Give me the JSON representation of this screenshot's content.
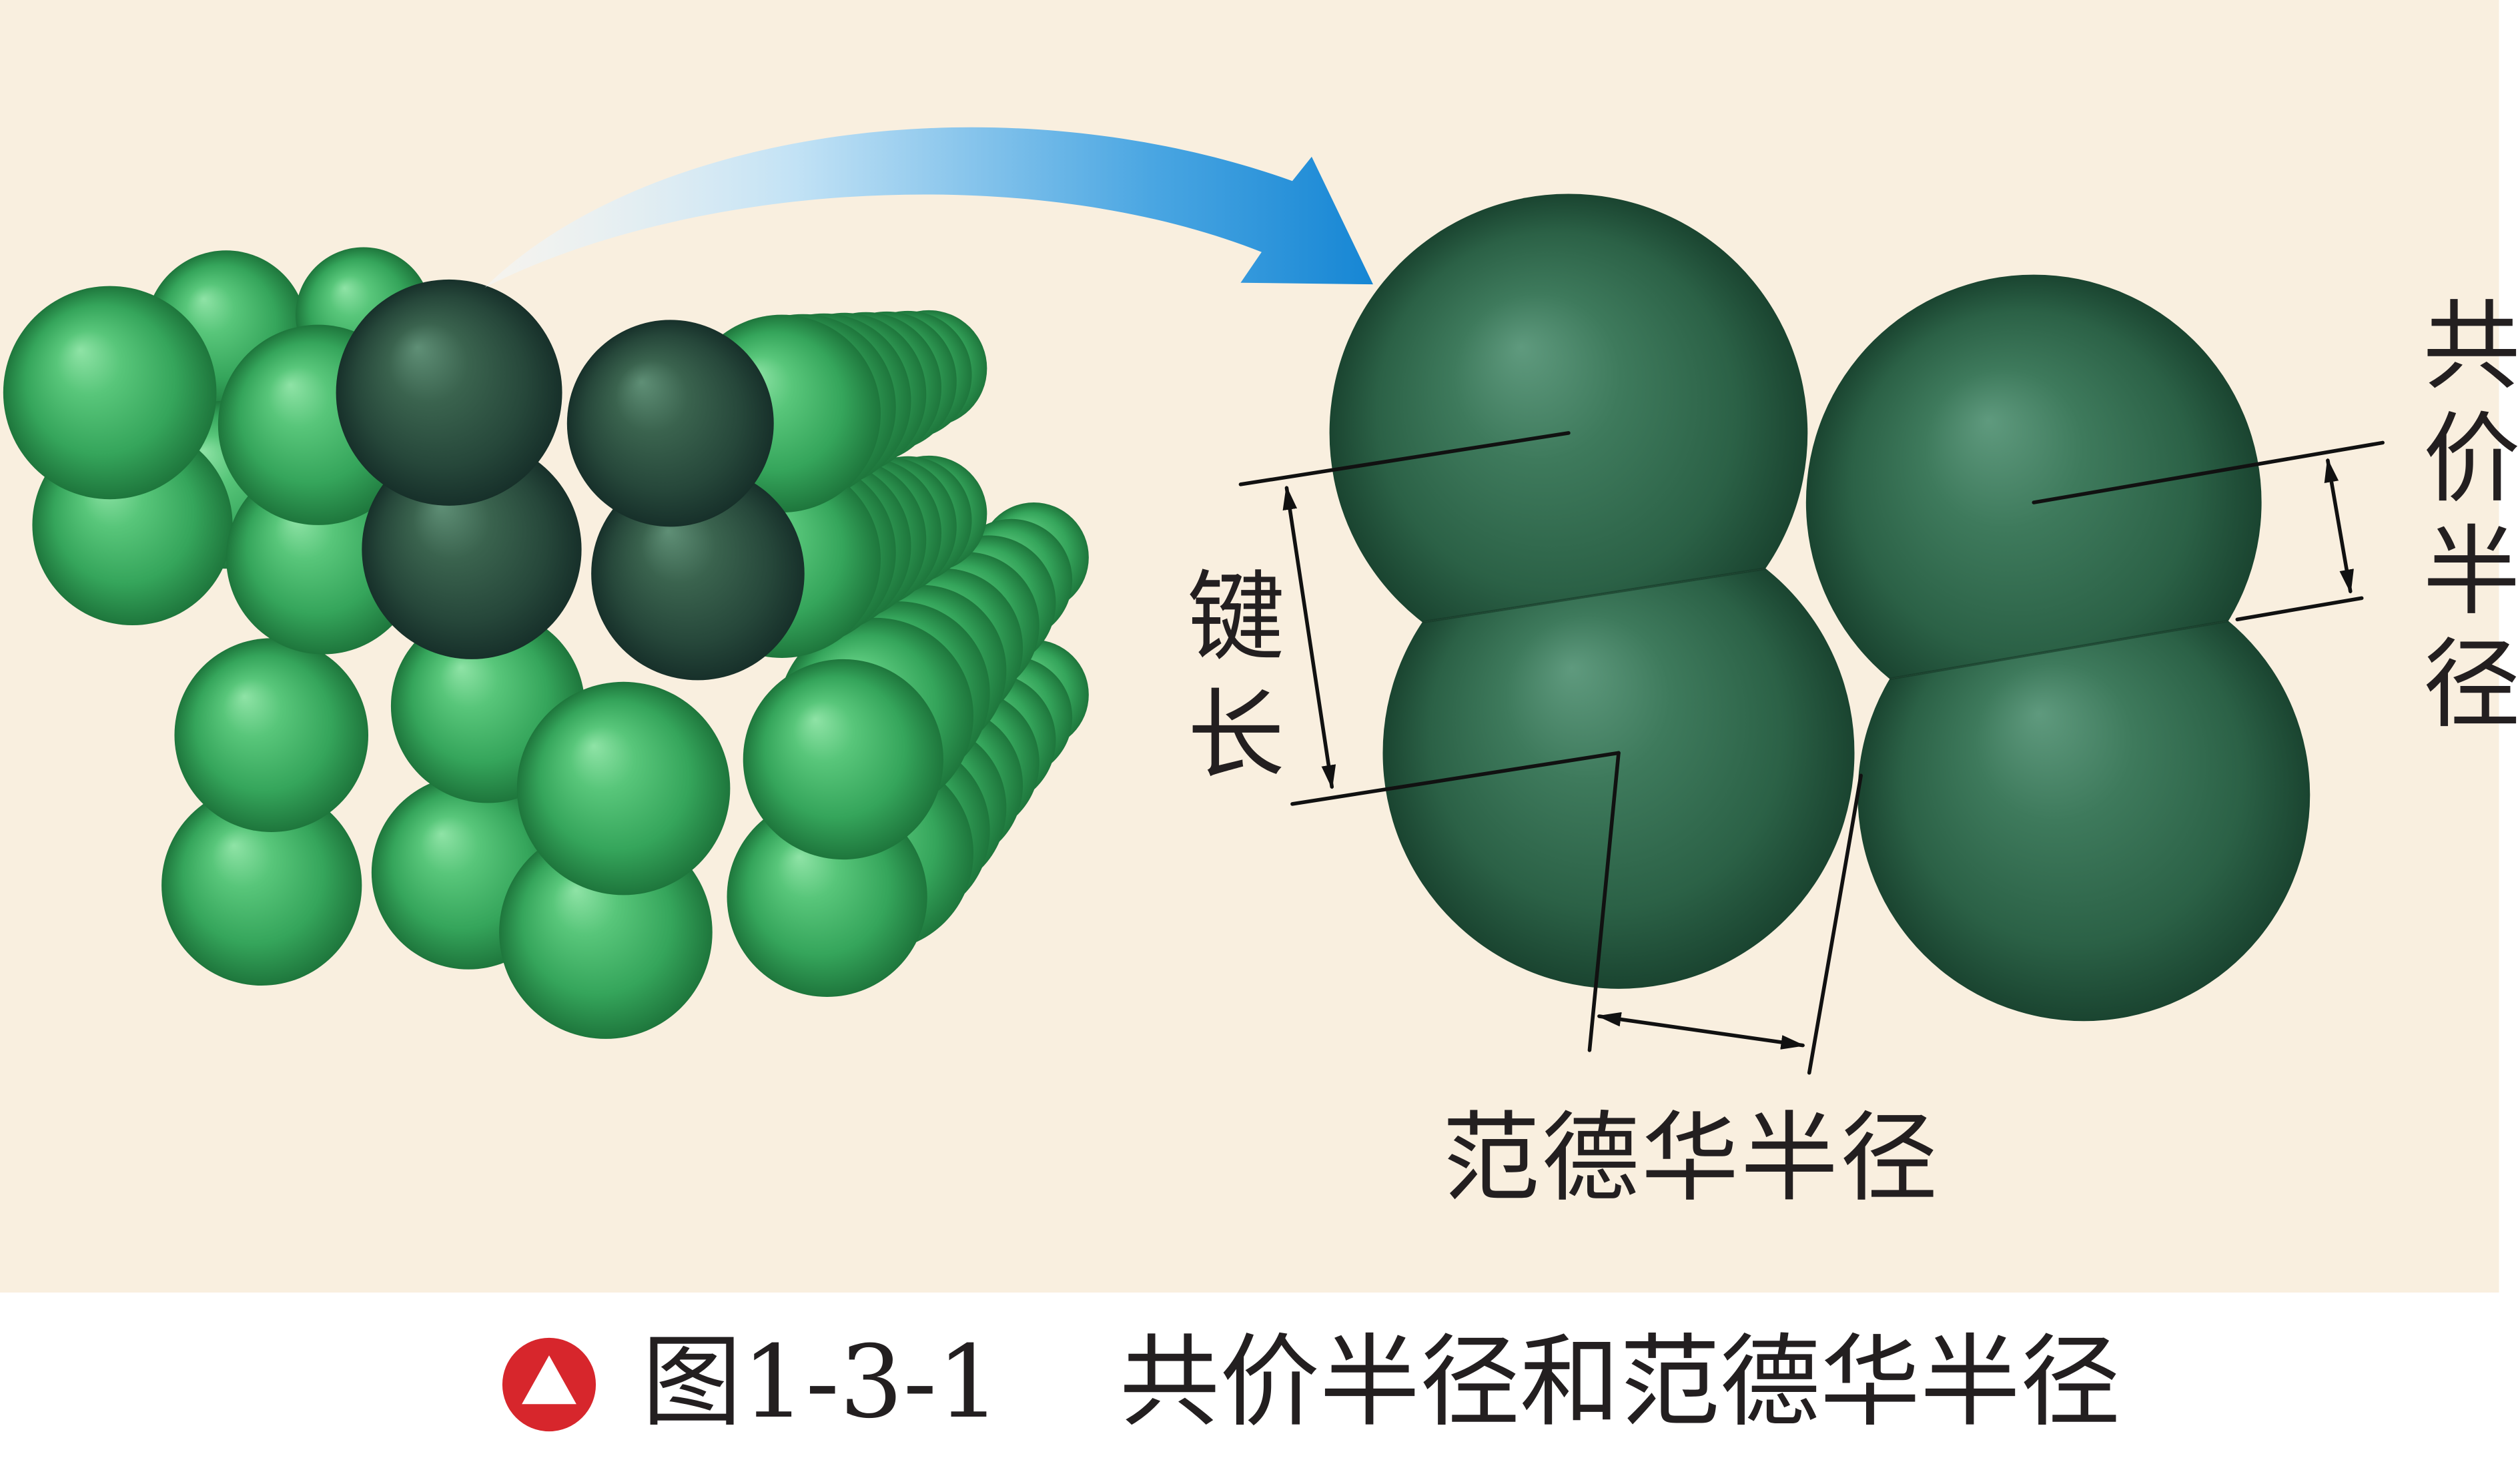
{
  "figure": {
    "labels": {
      "bond_length": "键长",
      "covalent_radius": "共价半径",
      "van_der_waals_radius": "范德华半径"
    },
    "caption": {
      "number": "图1-3-1",
      "title": "共价半径和范德华半径"
    }
  },
  "icons": {
    "caption_marker": "triangle-in-circle-icon",
    "transition_arrow": "curved-arrow-icon"
  },
  "colors": {
    "background": "#f9efdf",
    "atom_light_green": "#3fae5f",
    "atom_dark_green": "#2d5e45",
    "molecule_green": "#2f6b4c",
    "arrow_blue": "#1686d4",
    "caption_marker_red": "#d7262c",
    "text": "#231f20"
  }
}
